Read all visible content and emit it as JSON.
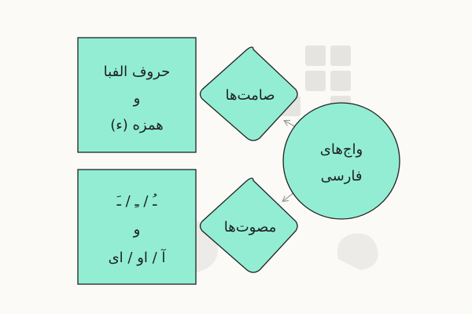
{
  "colors": {
    "background": "#fbfaf7",
    "node_fill": "#92edd3",
    "node_stroke": "#222222",
    "connector": "#9a9a9a",
    "watermark": "#e6e4e0"
  },
  "center": {
    "line1": "واج‌های",
    "line2": "فارسی"
  },
  "upper_branch": {
    "label": "صامت‌ها",
    "box_line1": "حروف الفبا",
    "box_line2": "و",
    "box_line3": "همزه (ء)"
  },
  "lower_branch": {
    "label": "مصوت‌ها",
    "box_line1": "ـُ / ـِ / ـَ",
    "box_line2": "و",
    "box_line3": "آ / او / ای"
  }
}
